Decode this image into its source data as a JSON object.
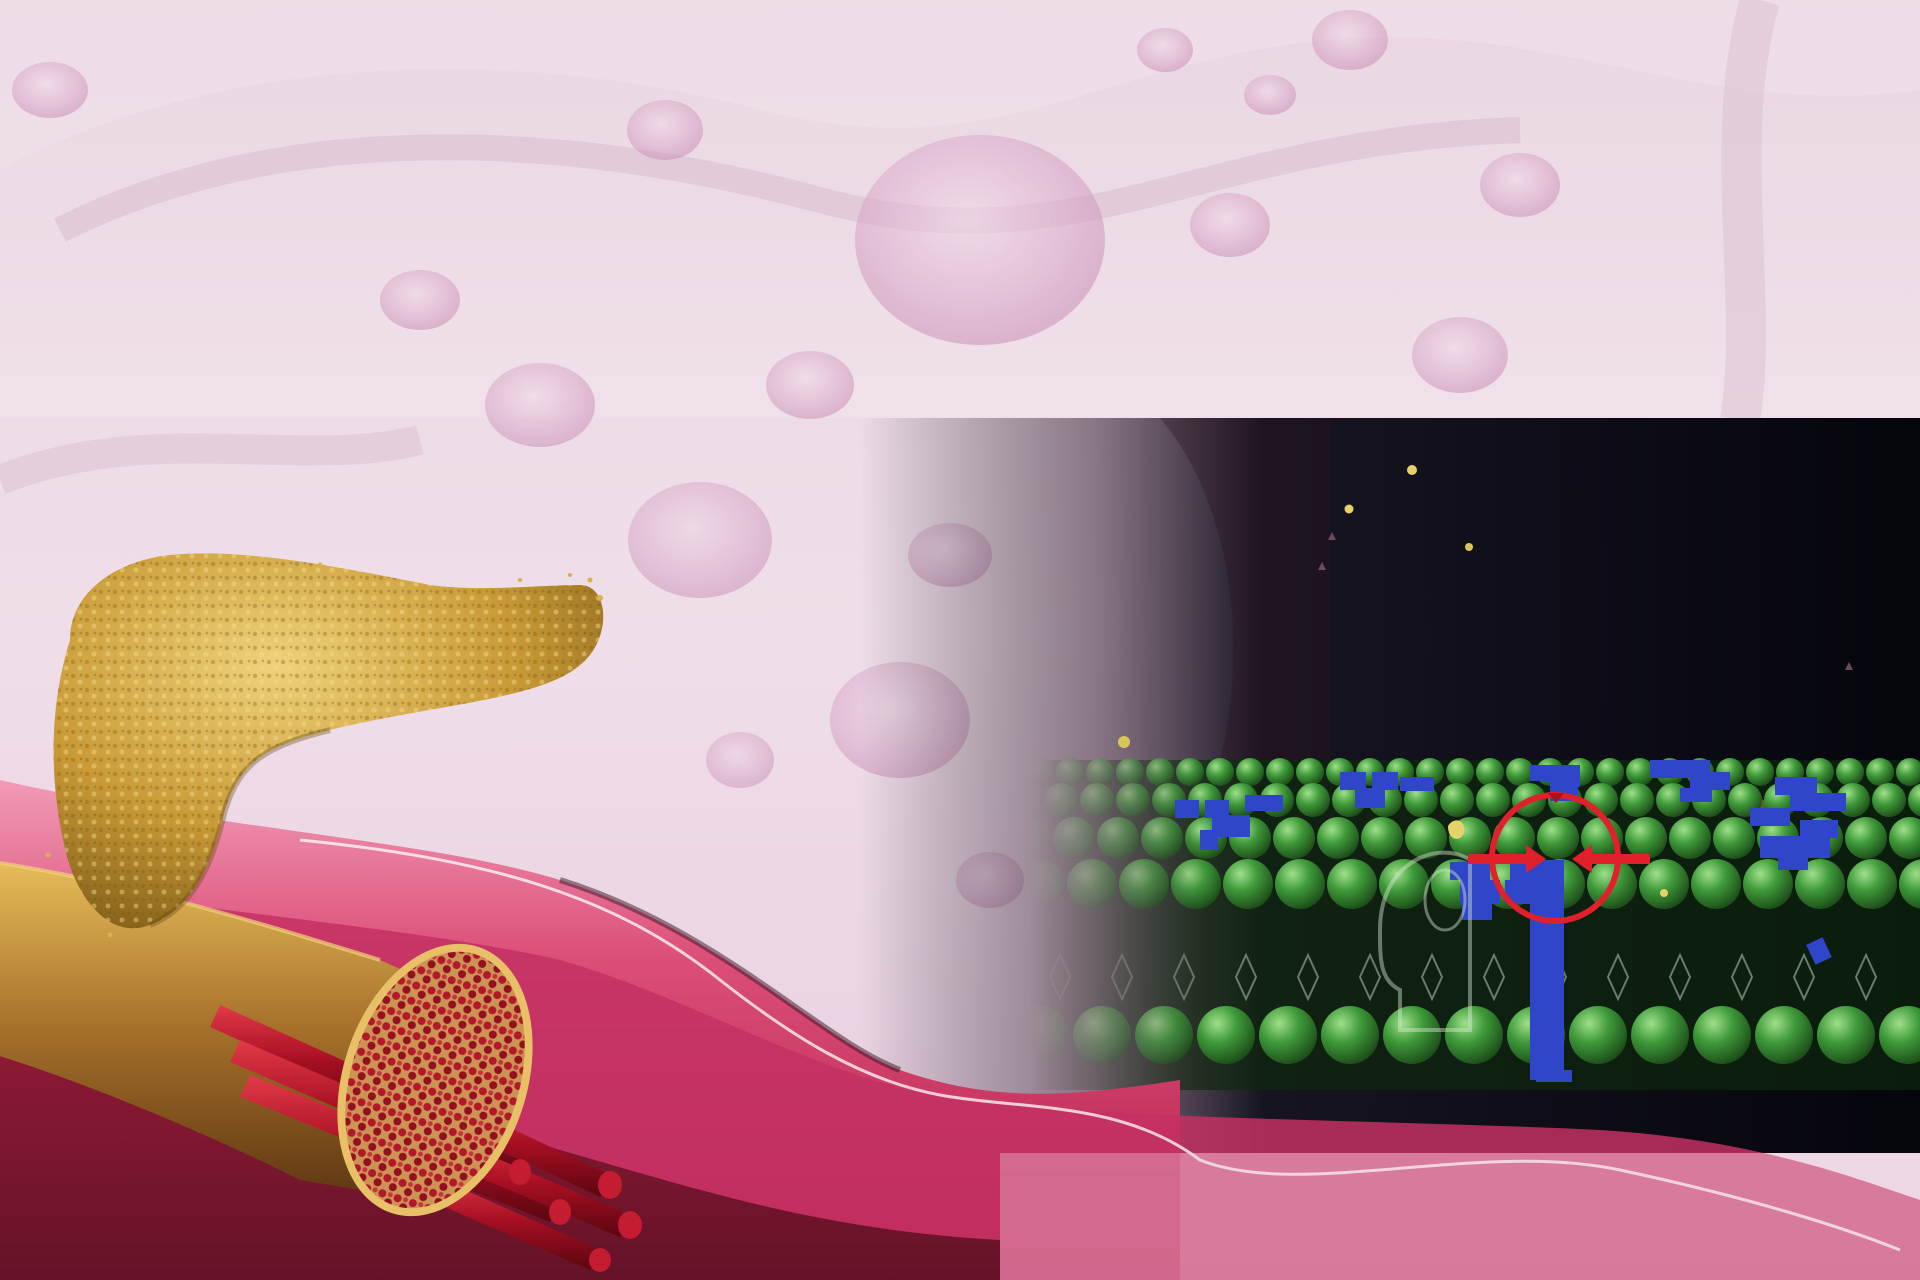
{
  "scene": {
    "colors": {
      "tissue_pink": "#f3e0ec",
      "mauve_spot": "#d9a8c9",
      "pancreas_gold": "#c9a040",
      "muscle_red": "#b3122a",
      "vessel_pink": "#d8426f",
      "membrane_green": "#3f9a3a",
      "receptor_blue": "#2f46c8",
      "target_red": "#e0202a",
      "dark_panel": "#06060f",
      "glucose_yellow": "#e6d26a"
    },
    "icons": {
      "pancreas": "pancreas-organ",
      "muscle": "muscle-fiber-bundle",
      "membrane": "cell-membrane-lipid-bilayer",
      "receptor": "insulin-receptor",
      "target": "crosshair-target-with-arrows"
    }
  }
}
